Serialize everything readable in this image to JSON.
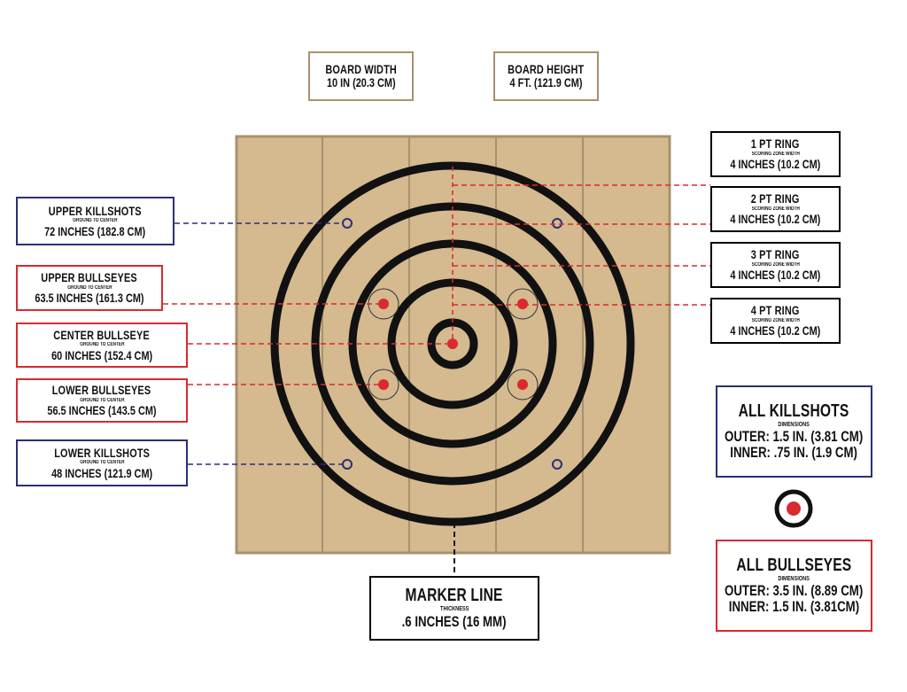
{
  "board_width": {
    "title": "BOARD WIDTH",
    "value": "10 IN (20.3 CM)"
  },
  "board_height": {
    "title": "BOARD HEIGHT",
    "value": "4 FT. (121.9 CM)"
  },
  "rings": [
    {
      "title": "1 PT RING",
      "sub": "SCORING ZONE WIDTH",
      "value": "4 INCHES (10.2 CM)"
    },
    {
      "title": "2 PT RING",
      "sub": "SCORING ZONE WIDTH",
      "value": "4 INCHES (10.2 CM)"
    },
    {
      "title": "3 PT RING",
      "sub": "SCORING ZONE WIDTH",
      "value": "4 INCHES (10.2 CM)"
    },
    {
      "title": "4 PT RING",
      "sub": "SCORING ZONE WIDTH",
      "value": "4 INCHES (10.2 CM)"
    }
  ],
  "left_labels": [
    {
      "title": "UPPER KILLSHOTS",
      "sub": "GROUND TO CENTER",
      "value": "72 INCHES (182.8 CM)"
    },
    {
      "title": "UPPER BULLSEYES",
      "sub": "GROUND TO CENTER",
      "value": "63.5 INCHES (161.3 CM)"
    },
    {
      "title": "CENTER BULLSEYE",
      "sub": "GROUND TO CENTER",
      "value": "60 INCHES (152.4 CM)"
    },
    {
      "title": "LOWER BULLSEYES",
      "sub": "GROUND TO CENTER",
      "value": "56.5 INCHES (143.5 CM)"
    },
    {
      "title": "LOWER KILLSHOTS",
      "sub": "GROUND TO CENTER",
      "value": "48 INCHES (121.9 CM)"
    }
  ],
  "all_killshots": {
    "title": "ALL KILLSHOTS",
    "sub": "DIMENSIONS",
    "outer": "OUTER: 1.5 IN. (3.81 CM)",
    "inner": "INNER: .75 IN. (1.9 CM)"
  },
  "all_bullseyes": {
    "title": "ALL BULLSEYES",
    "sub": "DIMENSIONS",
    "outer": "OUTER: 3.5 IN. (8.89 CM)",
    "inner": "INNER: 1.5 IN. (3.81CM)"
  },
  "marker_line": {
    "title": "MARKER LINE",
    "sub": "THICKNESS",
    "value": ".6 INCHES (16 MM)"
  },
  "colors": {
    "board": "#d5b98f",
    "board_edge": "#a8916f",
    "ring": "#111111",
    "bullseye": "#d82a2f",
    "killshot": "#2a2f7a"
  }
}
